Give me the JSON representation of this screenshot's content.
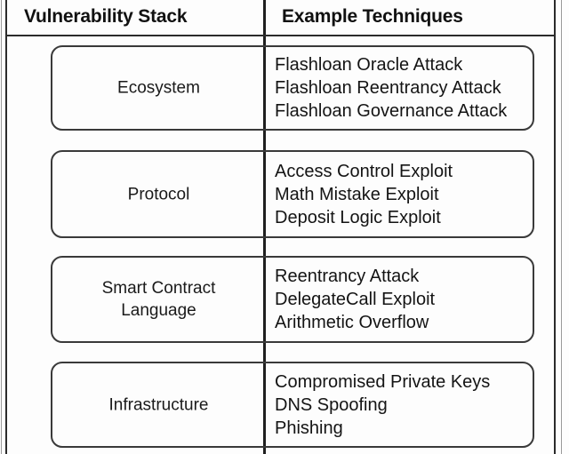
{
  "diagram": {
    "title_columns": {
      "left": "Vulnerability Stack",
      "right": "Example Techniques"
    },
    "colors": {
      "background": "#fdfdfd",
      "frame_line": "#2b2b2b",
      "box_border": "#3a3a3a",
      "text": "#111111"
    },
    "rows": [
      {
        "layer": "Ecosystem",
        "techniques": [
          "Flashloan Oracle Attack",
          "Flashloan Reentrancy Attack",
          "Flashloan Governance Attack"
        ]
      },
      {
        "layer": "Protocol",
        "techniques": [
          "Access Control Exploit",
          "Math Mistake Exploit",
          "Deposit Logic Exploit"
        ]
      },
      {
        "layer": "Smart Contract Language",
        "layer_line1": "Smart Contract",
        "layer_line2": "Language",
        "techniques": [
          "Reentrancy Attack",
          "DelegateCall Exploit",
          "Arithmetic Overflow"
        ]
      },
      {
        "layer": "Infrastructure",
        "techniques": [
          "Compromised Private Keys",
          "DNS Spoofing",
          "Phishing"
        ]
      }
    ]
  }
}
